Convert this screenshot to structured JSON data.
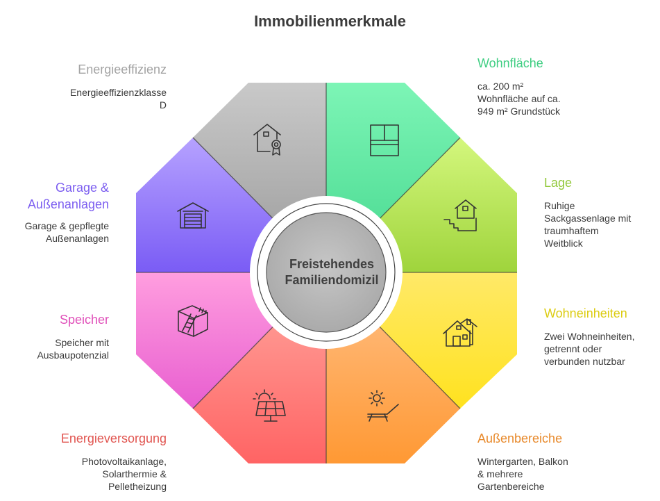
{
  "title": "Immobilienmerkmale",
  "center": {
    "line1": "Freistehendes",
    "line2": "Familiendomizil"
  },
  "segments": [
    {
      "label": "Energieeffizienz",
      "desc_lines": [
        "Energieeffizienzklasse",
        "D"
      ],
      "color": "#a5a5a5",
      "icon": "house-certificate-icon"
    },
    {
      "label": "Wohnfläche",
      "desc_lines": [
        "ca. 200 m²",
        "Wohnfläche auf ca.",
        "949 m² Grundstück"
      ],
      "color": "#3fce82",
      "icon": "floor-plan-icon"
    },
    {
      "label": "Lage",
      "desc_lines": [
        "Ruhige",
        "Sackgassenlage mit",
        "traumhaftem",
        "Weitblick"
      ],
      "color": "#92c83a",
      "icon": "house-on-hill-icon"
    },
    {
      "label": "Wohneinheiten",
      "desc_lines": [
        "Zwei Wohneinheiten,",
        "getrennt oder",
        "verbunden nutzbar"
      ],
      "color": "#dccc12",
      "icon": "two-unit-house-icon"
    },
    {
      "label": "Außenbereiche",
      "desc_lines": [
        "Wintergarten, Balkon",
        "& mehrere",
        "Gartenbereiche"
      ],
      "color": "#e88a2c",
      "icon": "sun-lounger-icon"
    },
    {
      "label": "Energieversorgung",
      "desc_lines": [
        "Photovoltaikanlage,",
        "Solarthermie &",
        "Pelletheizung"
      ],
      "color": "#e15550",
      "icon": "solar-panel-icon"
    },
    {
      "label": "Speicher",
      "desc_lines": [
        "Speicher mit",
        "Ausbaupotenzial"
      ],
      "color": "#e04fb9",
      "icon": "attic-ladder-icon"
    },
    {
      "label": "Garage &",
      "label2": "Außenanlagen",
      "desc_lines": [
        "Garage & gepflegte",
        "Außenanlagen"
      ],
      "color": "#7c5ef0",
      "icon": "garage-icon"
    }
  ]
}
